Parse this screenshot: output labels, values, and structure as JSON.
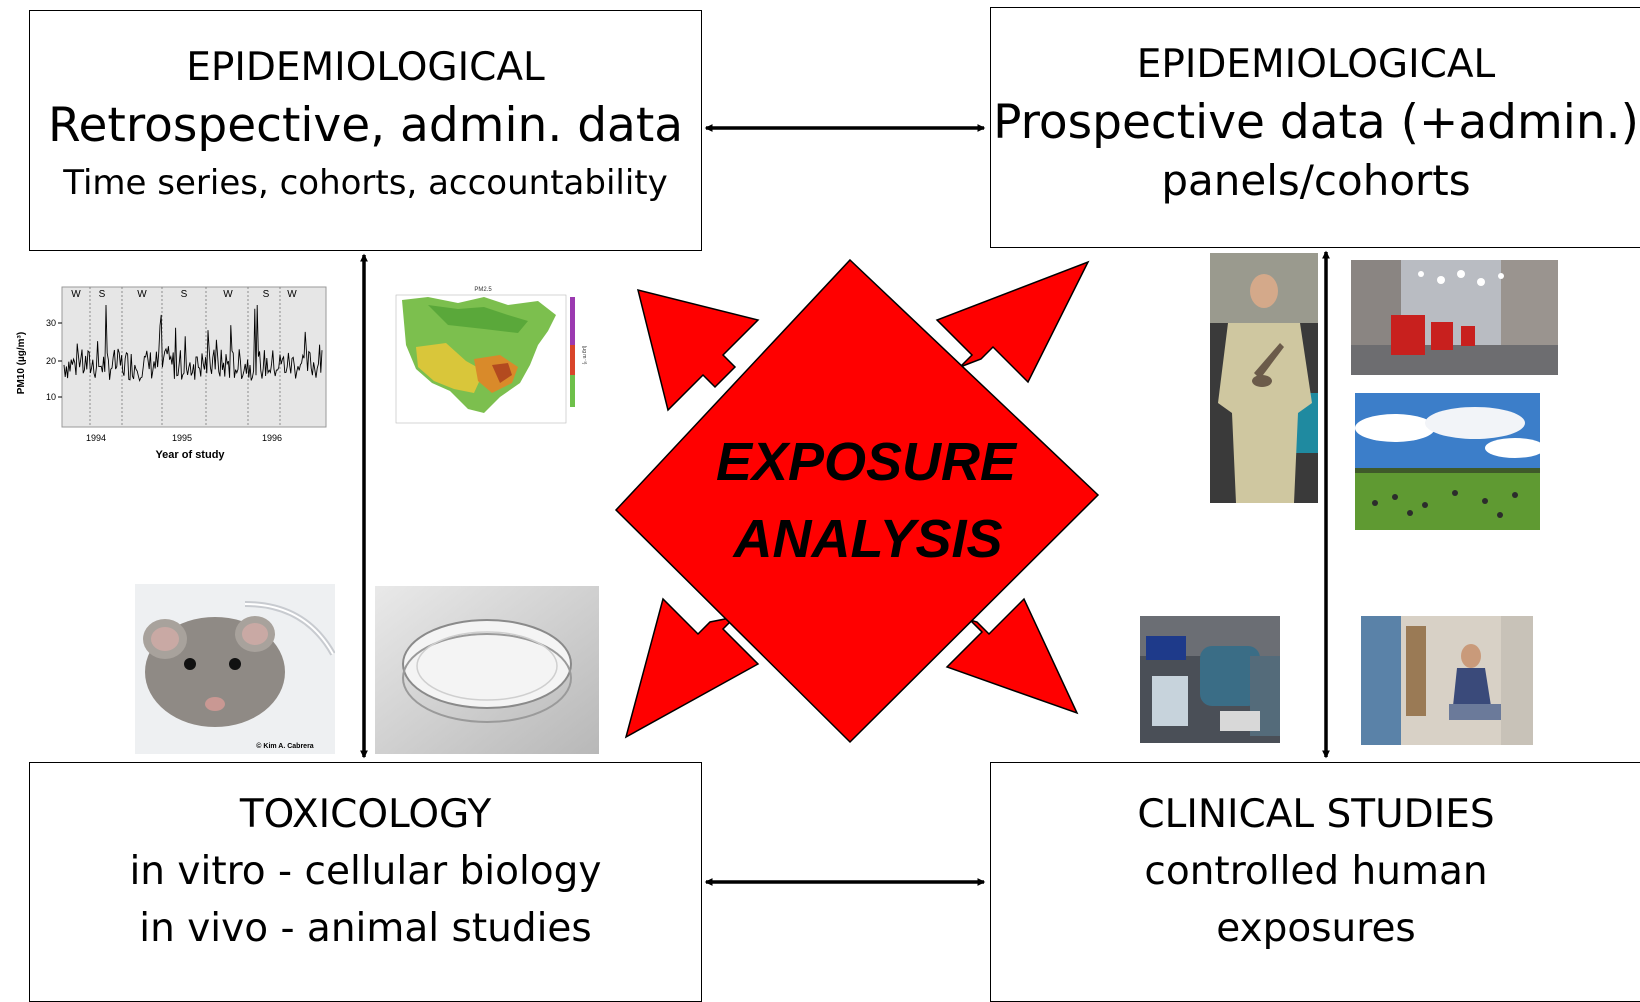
{
  "boxes": {
    "top_left": {
      "line1": "EPIDEMIOLOGICAL",
      "line2": "Retrospective, admin. data",
      "line3": "Time series, cohorts, accountability"
    },
    "top_right": {
      "line1": "EPIDEMIOLOGICAL",
      "line2": "Prospective data (+admin.)",
      "line3": "panels/cohorts"
    },
    "bottom_left": {
      "line1": "TOXICOLOGY",
      "line2": "in vitro - cellular biology",
      "line3": "in vivo - animal studies"
    },
    "bottom_right": {
      "line1": "CLINICAL STUDIES",
      "line2": "controlled human",
      "line3": "exposures"
    }
  },
  "center": {
    "line1": "EXPOSURE",
    "line2": "ANALYSIS",
    "fill_color": "#ff0000"
  },
  "timeseries_plot": {
    "season_labels": [
      "W",
      "S",
      "W",
      "S",
      "W",
      "S",
      "W"
    ],
    "y_ticks": [
      "30",
      "20",
      "10"
    ],
    "x_ticks": [
      "1994",
      "1995",
      "1996"
    ],
    "ylabel": "PM10 (µg/m³)",
    "xlabel": "Year of study"
  },
  "map_plot": {
    "title": "PM2.5",
    "colorbar_label": "(µg m⁻³)"
  },
  "mouse_photo": {
    "credit": "© Kim A. Cabrera"
  }
}
